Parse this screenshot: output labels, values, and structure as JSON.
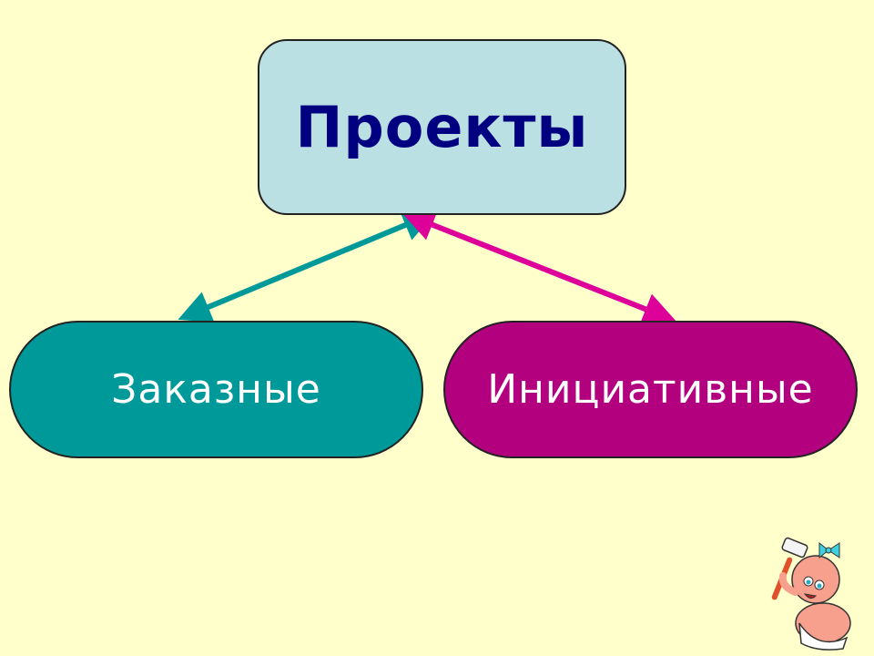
{
  "diagram": {
    "background_color": "#ffffcc",
    "root": {
      "label": "Проекты",
      "fill": "#bbe0e3",
      "text_color": "#000080"
    },
    "children": [
      {
        "label": "Заказные",
        "fill": "#009999",
        "text_color": "#ffffff",
        "connector_color": "#009999"
      },
      {
        "label": "Инициативные",
        "fill": "#b3007f",
        "text_color": "#ffffff",
        "connector_color": "#dd0099"
      }
    ],
    "connectors": [
      {
        "from": "Проекты",
        "to": "Заказные",
        "style": "double-headed-arrow",
        "color": "#009999"
      },
      {
        "from": "Проекты",
        "to": "Инициативные",
        "style": "double-headed-arrow",
        "color": "#dd0099"
      }
    ],
    "decoration": {
      "icon": "baby-with-hammer-clipart"
    }
  }
}
